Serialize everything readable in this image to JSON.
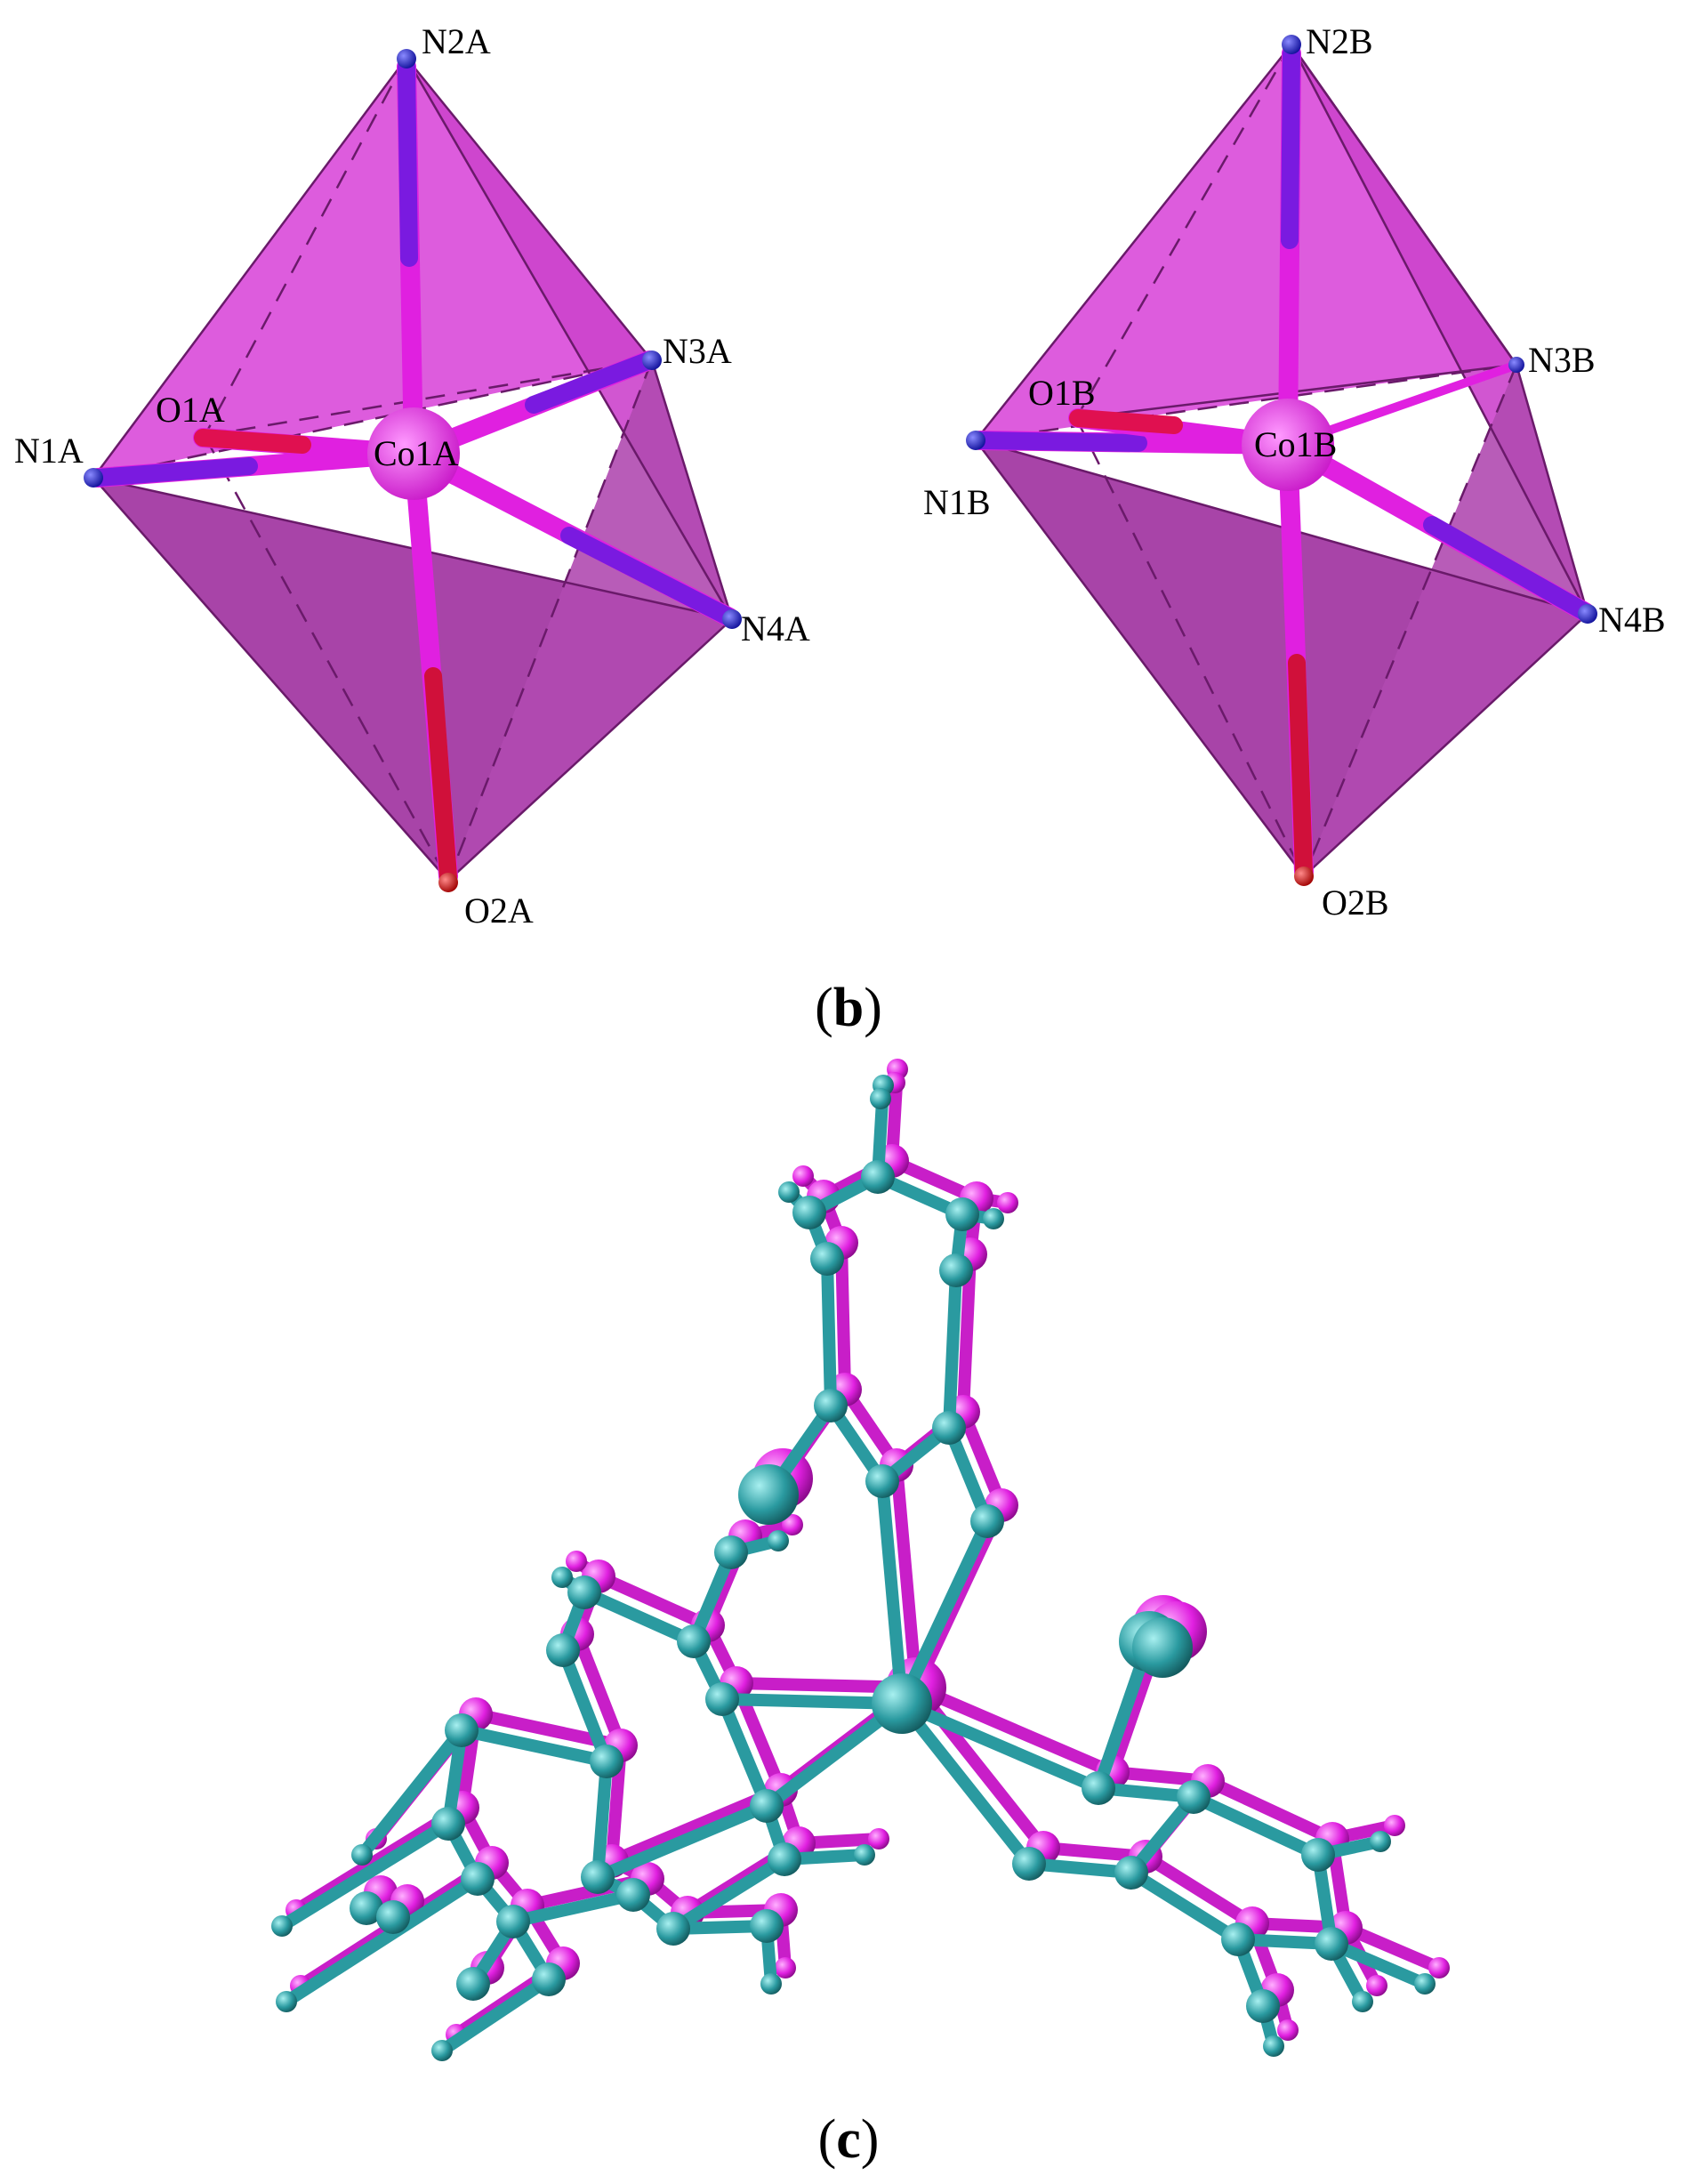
{
  "panel_b": {
    "label_open": "(",
    "label_letter": "b",
    "label_close": ")",
    "polyhedron_A": {
      "color": "#d63cd6",
      "atoms": {
        "N1": "N1A",
        "N2": "N2A",
        "N3": "N3A",
        "N4": "N4A",
        "O1": "O1A",
        "O2": "O2A",
        "Co": "Co1A"
      }
    },
    "polyhedron_B": {
      "color": "#d63cd6",
      "atoms": {
        "N1": "N1B",
        "N2": "N2B",
        "N3": "N3B",
        "N4": "N4B",
        "O1": "O1B",
        "O2": "O2B",
        "Co": "Co1B"
      }
    },
    "atom_colors": {
      "N": "#1a1ad8",
      "O": "#e01010",
      "Co": "#e020e0"
    }
  },
  "panel_c": {
    "label_open": "(",
    "label_letter": "c",
    "label_close": ")",
    "overlay_colors": {
      "molecule_1": "#c81ec8",
      "molecule_2": "#2a9aa0"
    }
  }
}
